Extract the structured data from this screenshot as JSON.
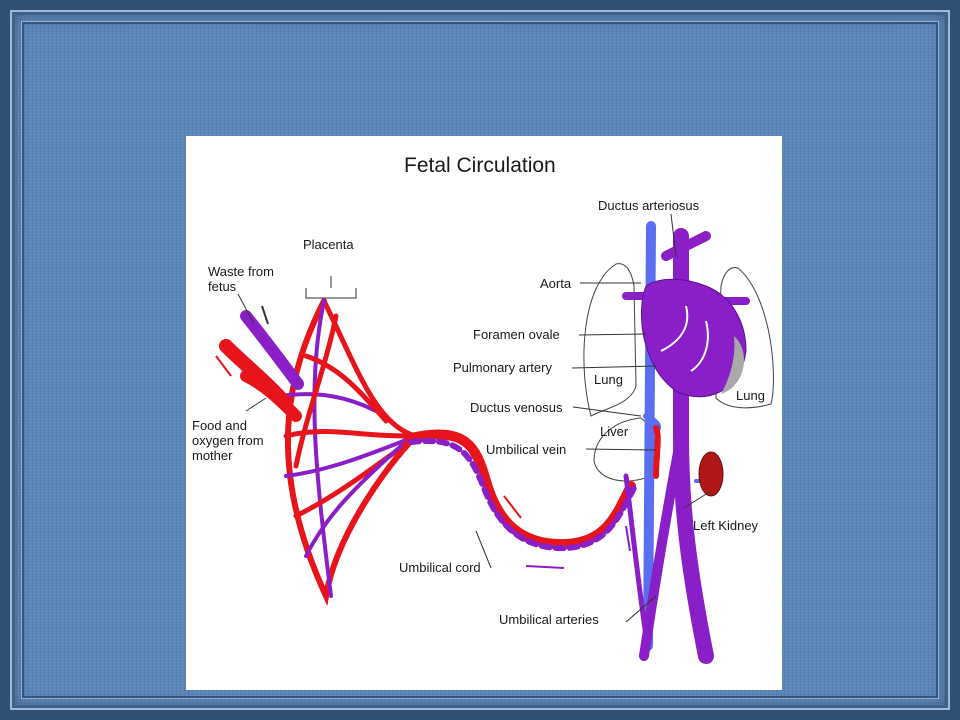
{
  "title": "Fetal Circulation",
  "labels": {
    "placenta": "Placenta",
    "waste_from_fetus": "Waste from fetus",
    "food_and_oxygen": "Food and oxygen from mother",
    "umbilical_cord": "Umbilical cord",
    "ductus_arteriosus": "Ductus arteriosus",
    "aorta": "Aorta",
    "foramen_ovale": "Foramen ovale",
    "pulmonary_artery": "Pulmonary artery",
    "lung_left": "Lung",
    "lung_right": "Lung",
    "ductus_venosus": "Ductus venosus",
    "liver": "Liver",
    "umbilical_vein": "Umbilical vein",
    "left_kidney": "Left Kidney",
    "umbilical_arteries": "Umbilical arteries"
  },
  "colors": {
    "oxygenated": "#e8141c",
    "deoxygenated": "#8a1fc8",
    "venous": "#5a6ef0",
    "kidney": "#b01818",
    "background": "#5b86b8"
  }
}
